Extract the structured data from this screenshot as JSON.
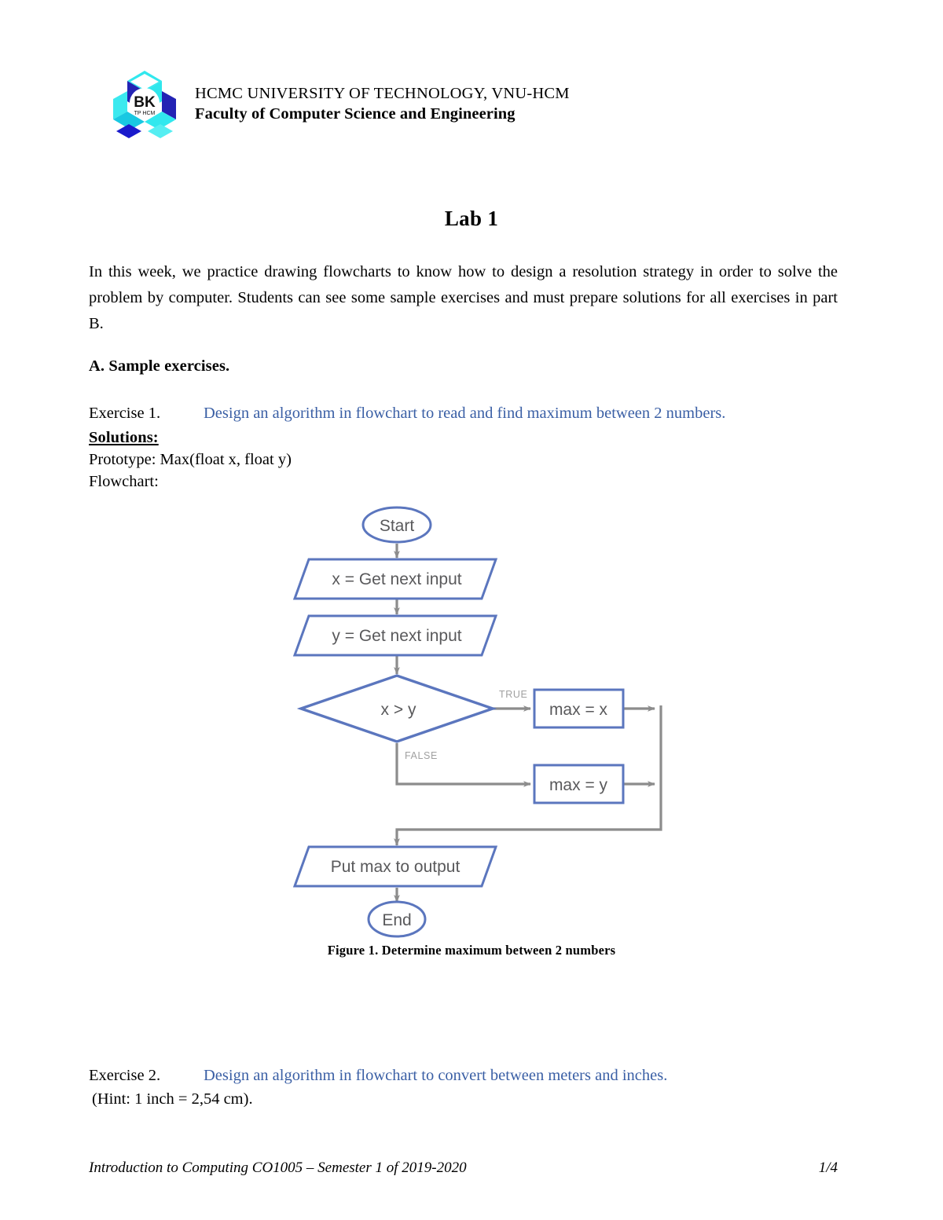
{
  "header": {
    "logo_name": "hcmut-bk-logo",
    "university": "HCMC UNIVERSITY OF TECHNOLOGY, VNU-HCM",
    "faculty": "Faculty of Computer Science and Engineering"
  },
  "title": "Lab 1",
  "intro": "In this week, we practice drawing flowcharts to know how to design a resolution strategy in order to solve the problem by computer. Students can see some sample exercises and must prepare solutions for all exercises in part B.",
  "section_a": {
    "heading": "A. Sample exercises.",
    "exercise1": {
      "number": "Exercise 1.",
      "description": "Design an algorithm in flowchart to read and find maximum between 2 numbers.",
      "solutions_label": "Solutions:",
      "prototype": "Prototype: Max(float x, float y)",
      "flowchart_label": "Flowchart:",
      "figure_caption": "Figure 1. Determine maximum between 2 numbers"
    },
    "exercise2": {
      "number": "Exercise 2.",
      "description": "Design an algorithm in flowchart to convert between meters and inches.",
      "hint": "(Hint: 1 inch = 2,54 cm)."
    }
  },
  "flowchart": {
    "nodes": {
      "start": "Start",
      "input_x": "x = Get next input",
      "input_y": "y = Get next input",
      "decision": "x > y",
      "assign_max_x": "max = x",
      "assign_max_y": "max = y",
      "output": "Put max to output",
      "end": "End"
    },
    "edge_labels": {
      "true": "TRUE",
      "false": "FALSE"
    },
    "colors": {
      "shape_stroke": "#5B76BE",
      "connector": "#8C8C8C",
      "node_text": "#59595B"
    }
  },
  "footer": {
    "course": "Introduction to Computing CO1005 – Semester 1 of 2019-2020",
    "page": "1/4"
  },
  "colors": {
    "link_blue": "#3A5FA5",
    "text_black": "#000000",
    "background": "#FFFFFF"
  }
}
